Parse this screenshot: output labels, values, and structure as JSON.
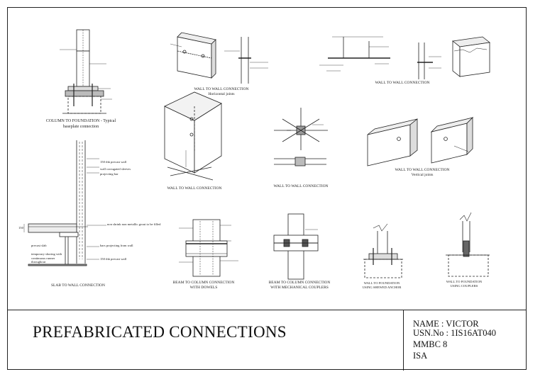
{
  "sheet": {
    "title": "PREFABRICATED CONNECTIONS",
    "info": {
      "name": "NAME : VICTOR",
      "usn": "USN.No : 1IS16AT040",
      "course": "MMBC 8",
      "dept": "ISA"
    }
  },
  "captions": {
    "col_found_1": "COLUMN TO FOUNDATION - Typical",
    "col_found_2": "baseplate connection",
    "wall_h_1": "WALL TO WALL CONNECTION",
    "wall_h_2": "Horizontal joints",
    "wall_top_right": "WALL TO WALL CONNECTION",
    "wall_corner": "WALL TO WALL CONNECTION",
    "wall_plan": "WALL TO WALL CONNECTION",
    "wall_v_1": "WALL TO WALL CONNECTION",
    "wall_v_2": "Vertical joints",
    "slab_wall": "SLAB TO WALL CONNECTION",
    "beam_dowels_1": "BEAM TO COLUMN CONNECTION",
    "beam_dowels_2": "WITH DOWELS",
    "beam_mech_1": "BEAM TO COLUMN CONNECTION",
    "beam_mech_2": "WITH MECHANICAL COUPLERS",
    "found_anchor_1": "WALL TO FOUNDATION",
    "found_anchor_2": "USING SHEWED ANCHOR",
    "found_coupler_1": "WALL TO FOUNDATION",
    "found_coupler_2": "USING COUPLERS"
  },
  "annotations": {
    "precast_wall": "150 thk precast wall",
    "corrugated": "wall corrugated sleeves",
    "projecting_bar": "projecting bar",
    "grout": "non shrink non metallic grout to be filled",
    "bars_projecting": "bars projecting from wall",
    "thk_precast": "150 thk precast wall",
    "precast_slab": "precast slab",
    "temp_shoring": "temporary shoring with continuous runner throughout",
    "dim_150": "150"
  }
}
